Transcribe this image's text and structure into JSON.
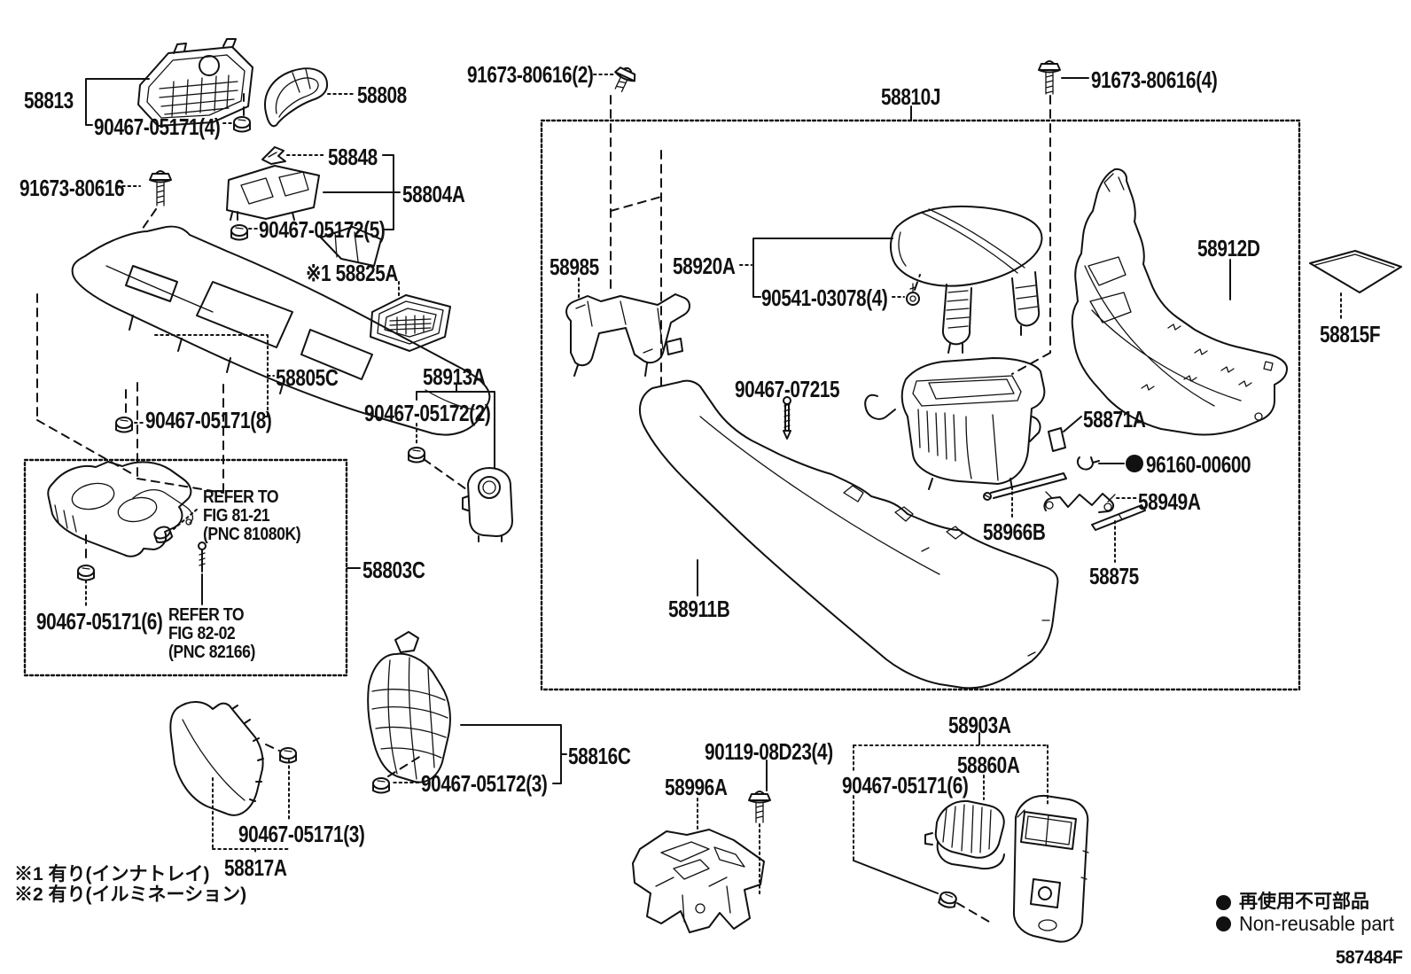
{
  "figure_code": "587484F",
  "colors": {
    "line": "#111111",
    "background": "#ffffff"
  },
  "legend": {
    "bullet": "●",
    "jp": "再使用不可部品",
    "en": "Non-reusable part"
  },
  "footnotes": [
    "※1 有り(インナトレイ)",
    "※2 有り(イルミネーション)"
  ],
  "refer_notes": {
    "fig_81_21": [
      "REFER TO",
      "FIG 81-21",
      "(PNC 81080K)"
    ],
    "fig_82_02": [
      "REFER TO",
      "FIG 82-02",
      "(PNC 82166)"
    ]
  },
  "part_labels": [
    {
      "text": "58813"
    },
    {
      "text": "90467-05171(4)"
    },
    {
      "text": "58808"
    },
    {
      "text": "91673-80616(2)"
    },
    {
      "text": "58810J"
    },
    {
      "text": "91673-80616(4)"
    },
    {
      "text": "58848"
    },
    {
      "text": "58804A"
    },
    {
      "text": "91673-80616"
    },
    {
      "text": "90467-05172(5)"
    },
    {
      "text": "※1 58825A"
    },
    {
      "text": "58805C"
    },
    {
      "text": "90467-05171(8)"
    },
    {
      "text": "58913A"
    },
    {
      "text": "90467-05172(2)"
    },
    {
      "text": "58803C"
    },
    {
      "text": "90467-05171(6)"
    },
    {
      "text": "58816C"
    },
    {
      "text": "90467-05172(3)"
    },
    {
      "text": "90467-05171(3)"
    },
    {
      "text": "58817A"
    },
    {
      "text": "58996A"
    },
    {
      "text": "90119-08D23(4)"
    },
    {
      "text": "58903A"
    },
    {
      "text": "58860A"
    },
    {
      "text": "90467-05171(6)"
    },
    {
      "text": "58985"
    },
    {
      "text": "58920A"
    },
    {
      "text": "90541-03078(4)"
    },
    {
      "text": "90467-07215"
    },
    {
      "text": "58911B"
    },
    {
      "text": "58871A"
    },
    {
      "text": "96160-00600"
    },
    {
      "text": "58949A"
    },
    {
      "text": "58966B"
    },
    {
      "text": "58875"
    },
    {
      "text": "58912D"
    },
    {
      "text": "58815F"
    }
  ]
}
